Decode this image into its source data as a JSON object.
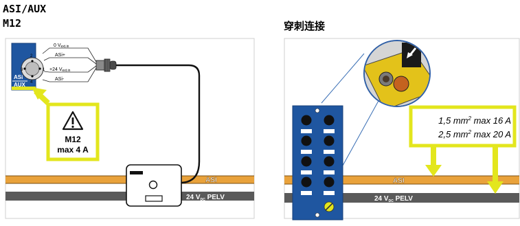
{
  "headings": {
    "title_line1": "ASI/AUX",
    "title_line2": "M12",
    "title_right": "穿刺连接"
  },
  "left_panel": {
    "port_label_asi": "ASi",
    "port_label_aux": "AUX",
    "pin_1": "1",
    "pin_2": "2",
    "pin_3": "3",
    "pin_4": "4",
    "wire_labels": {
      "w1_main": "0 V",
      "w1_sub": "ext.in",
      "w2": "ASi+",
      "w3_main": "+24 V",
      "w3_sub": "ext.in",
      "w4": "ASi-"
    },
    "warning": {
      "icon": "warning-triangle-icon",
      "line1": "M12",
      "line2": "max 4 A"
    },
    "bus_asi": "ASI",
    "bus_pelv_main": "24 V",
    "bus_pelv_sub": "DC",
    "bus_pelv_tail": " PELV"
  },
  "right_panel": {
    "spec_line1": "1,5 mm",
    "spec_line1_sup": "2",
    "spec_line1_tail": " max 16 A",
    "spec_line2": "2,5 mm",
    "spec_line2_sup": "2",
    "spec_line2_tail": " max 20 A",
    "bus_asi": "ASI",
    "bus_pelv_main": "24 V",
    "bus_pelv_sub": "DC",
    "bus_pelv_tail": " PELV"
  },
  "colors": {
    "highlight_yellow": "#e3e61d",
    "bus_orange": "#e9a23b",
    "bus_gray": "#5a5a5a",
    "module_blue": "#1f56a0"
  }
}
